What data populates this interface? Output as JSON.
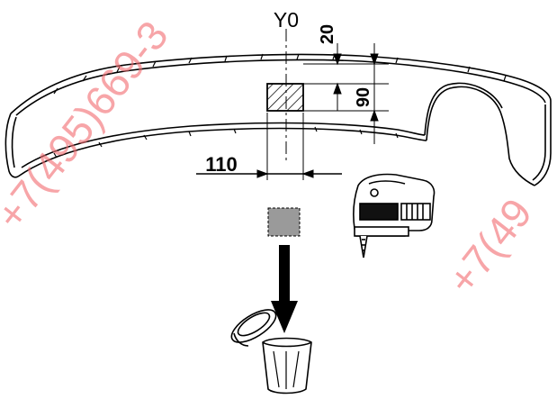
{
  "diagram": {
    "axis_label": "Y0",
    "dim_offset_top": "20",
    "dim_cutout_height": "90",
    "dim_cutout_width": "110",
    "icons": {
      "bumper": "rear-bumper-icon",
      "jigsaw": "jigsaw-icon",
      "cutout": "cutout-piece-icon",
      "arrow": "down-arrow-icon",
      "trash": "trash-bin-icon"
    },
    "colors": {
      "line": "#000000",
      "cutout_fill": "#9a9a9a",
      "watermark": "#f26b70"
    }
  },
  "watermark": {
    "left_text": "+7(495)669-3",
    "right_text": "+7(49"
  }
}
